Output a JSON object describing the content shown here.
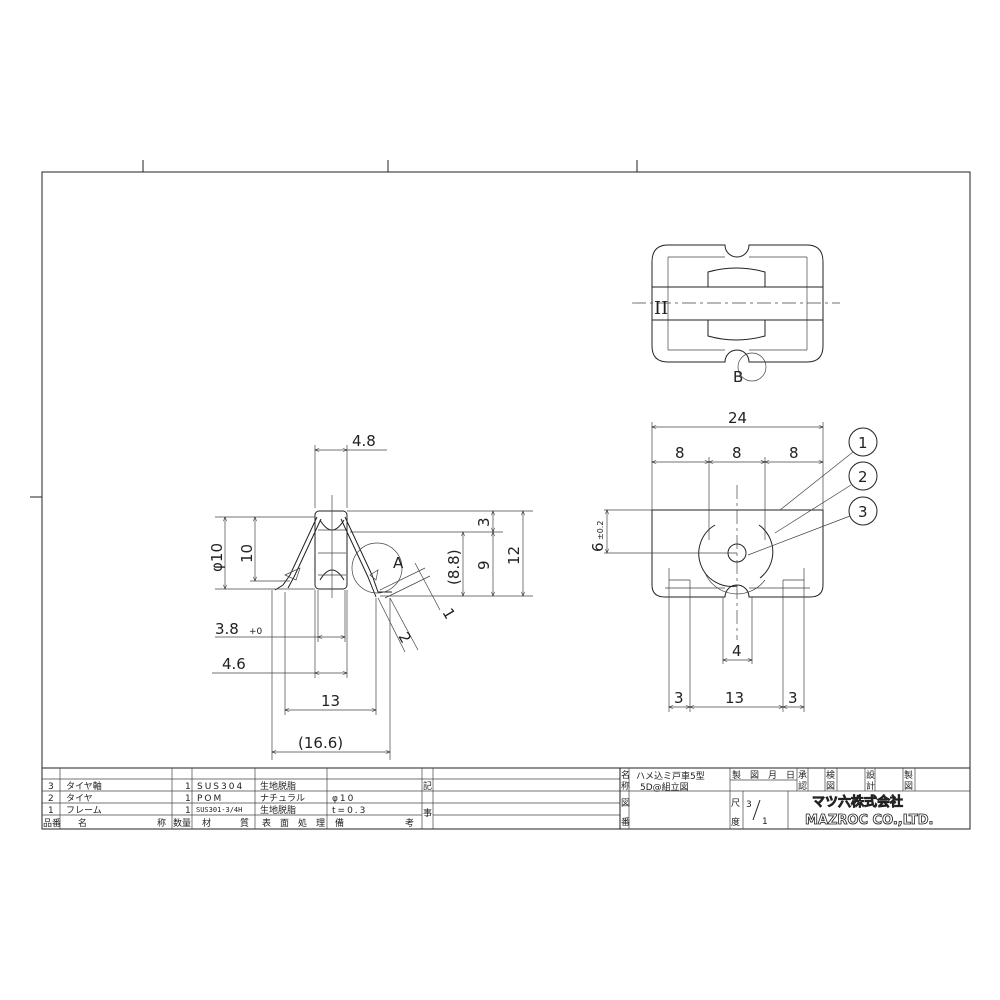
{
  "side_view": {
    "dim_width": "4.8",
    "dim_dia": "φ10",
    "dim_10": "10",
    "dim_3": "3",
    "dim_9": "9",
    "dim_12": "12",
    "dim_88": "(8.8)",
    "dim_38": "3.8",
    "dim_38_tol": "+0",
    "dim_46": "4.6",
    "dim_13": "13",
    "dim_166": "(16.6)",
    "detail_label": "A",
    "dim_1": "1",
    "dim_2": "2"
  },
  "top_view": {
    "detail_label": "B",
    "mark": "II"
  },
  "front_view": {
    "dim_24": "24",
    "dim_8a": "8",
    "dim_8b": "8",
    "dim_8c": "8",
    "dim_6": "6",
    "dim_6_tol": "±0.2",
    "dim_4": "4",
    "dim_3a": "3",
    "dim_13": "13",
    "dim_3b": "3",
    "balloons": [
      "1",
      "2",
      "3"
    ]
  },
  "parts_list": {
    "header": {
      "no": "品番",
      "name_a": "名",
      "name_b": "称",
      "qty": "数量",
      "mat_a": "材",
      "mat_b": "質",
      "surface": "表　面　処　理",
      "note_a": "備",
      "note_b": "考"
    },
    "rows": [
      {
        "no": "3",
        "name": "タイヤ軸",
        "qty": "1",
        "material": "SUS304",
        "surface": "生地脱脂",
        "note": ""
      },
      {
        "no": "2",
        "name": "タイヤ",
        "qty": "1",
        "material": "POM",
        "surface": "ナチュラル",
        "note": "φ10"
      },
      {
        "no": "1",
        "name": "フレーム",
        "qty": "1",
        "material": "SUS301-3/4H",
        "surface": "生地脱脂",
        "note": "t=0.3"
      }
    ],
    "remarks_label_a": "記",
    "remarks_label_b": "事"
  },
  "title_block": {
    "name_label_a": "名",
    "name_label_b": "称",
    "title_line1": "ハメ込ミ戸車5型",
    "title_line2": "5D@組立図",
    "drawing_no_label_a": "図",
    "drawing_no_label_b": "番",
    "date_label": "製　図　月　日",
    "approve_a": "承",
    "approve_b": "認",
    "check_a": "検",
    "check_b": "図",
    "design_a": "設",
    "design_b": "計",
    "draw_a": "製",
    "draw_b": "図",
    "scale_label_a": "尺",
    "scale_label_b": "度",
    "scale_num": "3",
    "scale_den": "1",
    "company_jp": "マツ六株式会社",
    "company_en": "MAZROC CO.,LTD."
  }
}
